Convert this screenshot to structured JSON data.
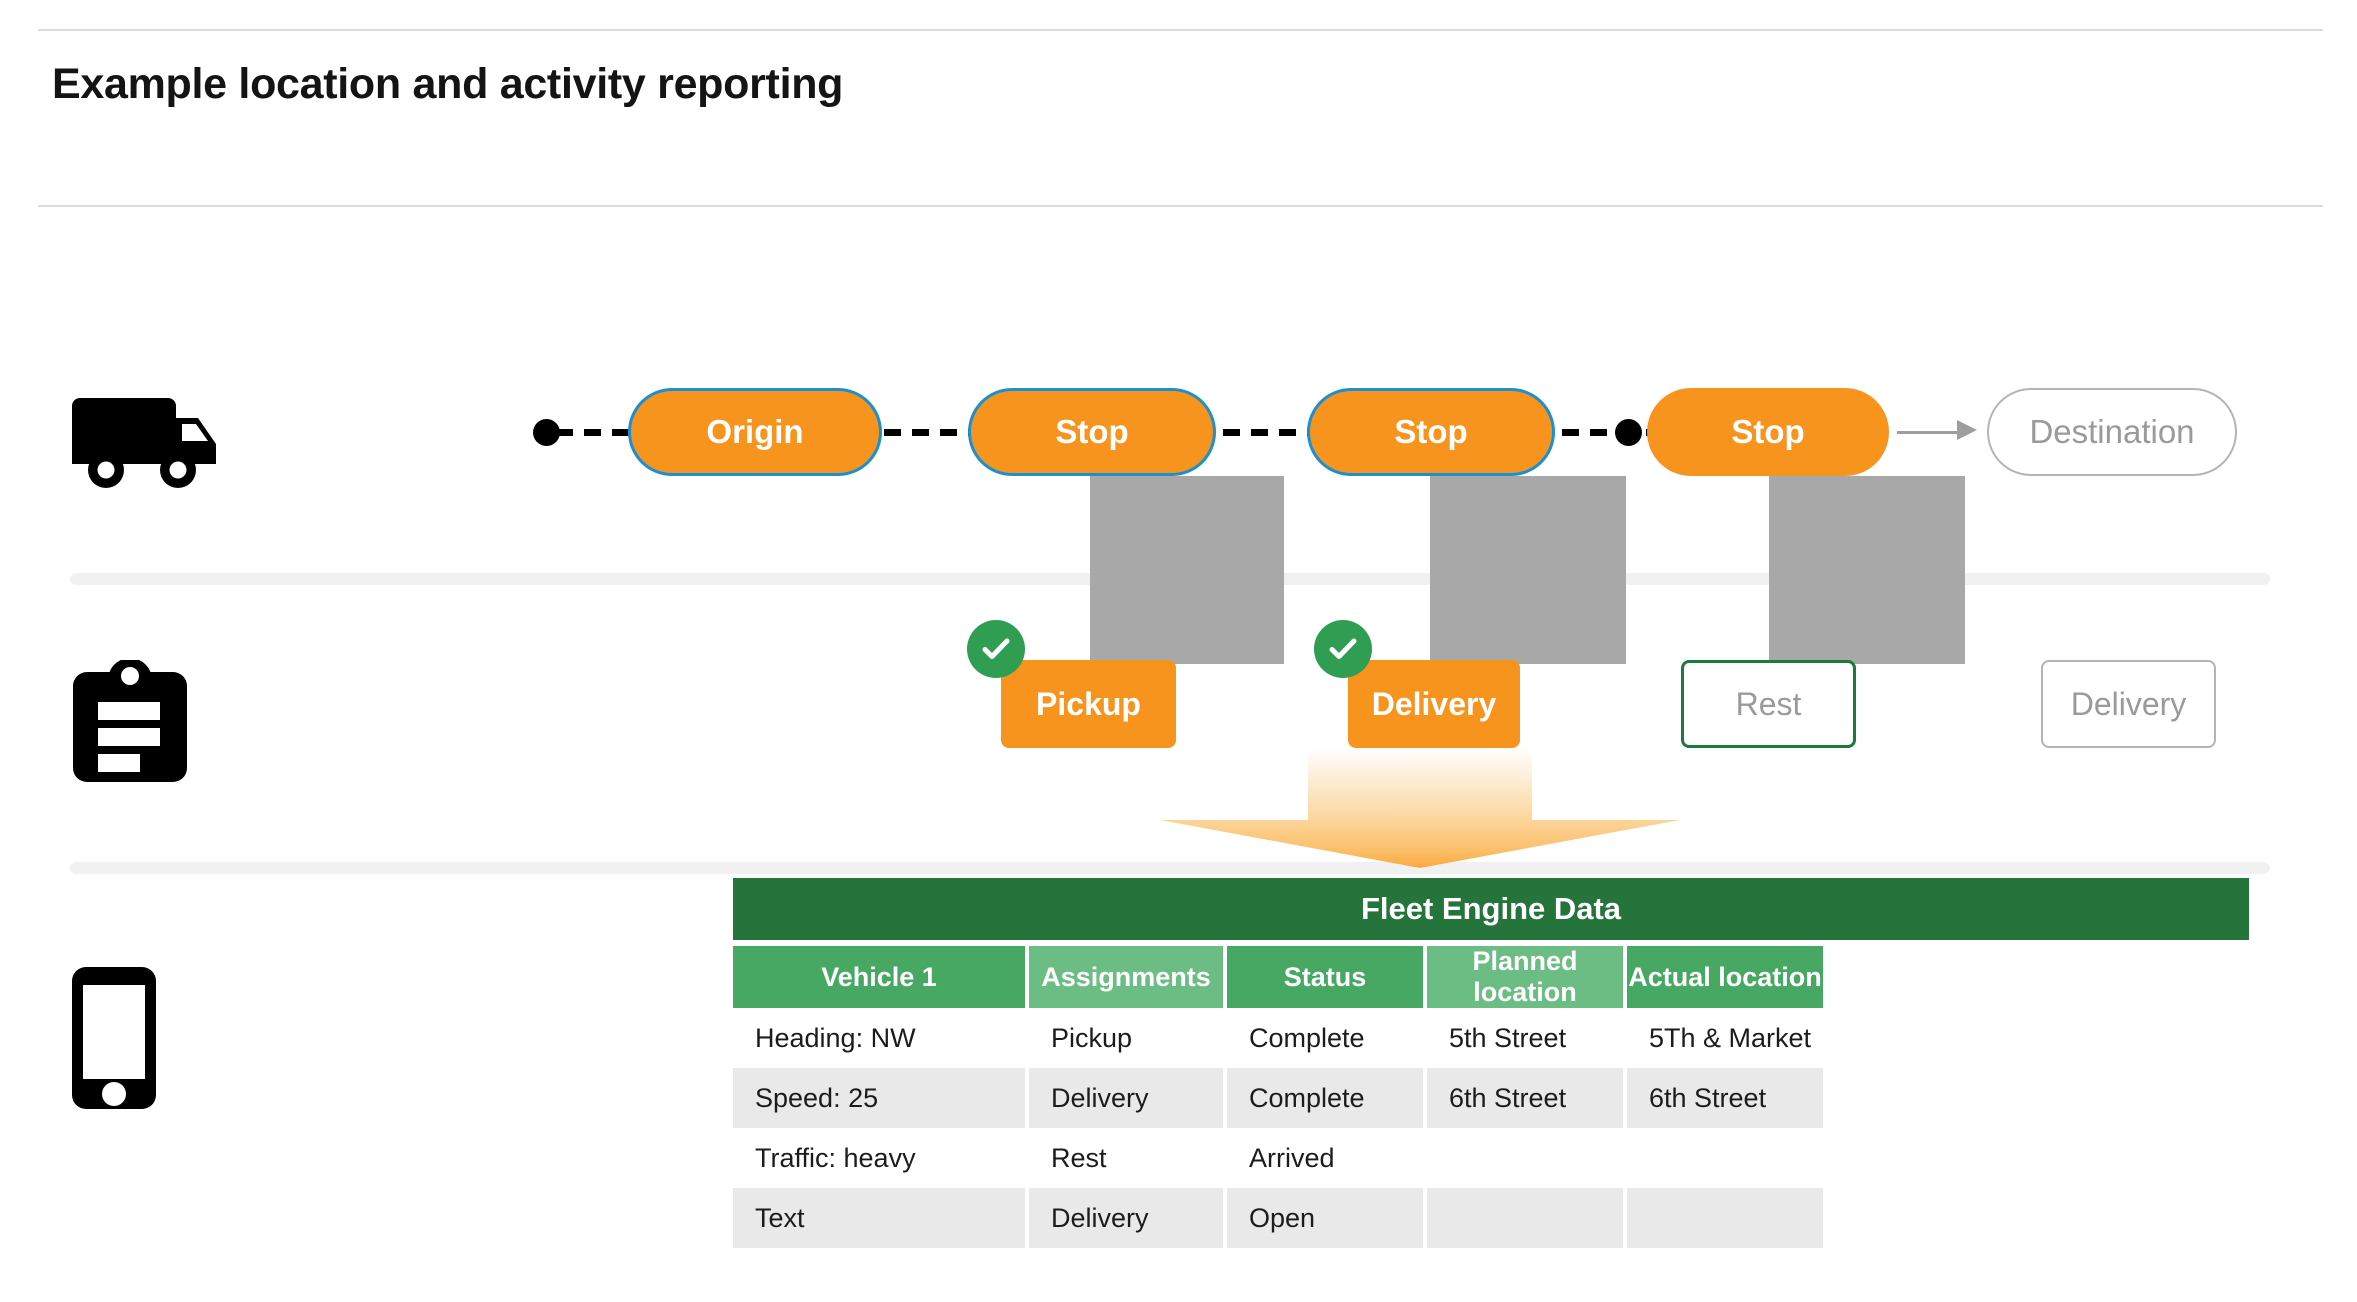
{
  "page": {
    "title": "Example location and activity reporting"
  },
  "rails": [
    {
      "icon": "truck-icon",
      "name": "vehicle-row"
    },
    {
      "icon": "clipboard-icon",
      "name": "activity-row"
    },
    {
      "icon": "smartphone-icon",
      "name": "device-row"
    }
  ],
  "route": {
    "stops": [
      {
        "label": "Origin",
        "state": "visited",
        "style": "filled-outlined"
      },
      {
        "label": "Stop",
        "state": "visited",
        "style": "filled-outlined"
      },
      {
        "label": "Stop",
        "state": "visited",
        "style": "filled-outlined"
      },
      {
        "label": "Stop",
        "state": "current",
        "style": "filled"
      },
      {
        "label": "Destination",
        "state": "upcoming",
        "style": "ghost"
      }
    ],
    "start_marker": "route-start-dot",
    "current_marker": "vehicle-position-dot"
  },
  "activities": [
    {
      "label": "Pickup",
      "status": "complete",
      "style": "filled",
      "badge": "check-icon"
    },
    {
      "label": "Delivery",
      "status": "complete",
      "style": "filled",
      "badge": "check-icon"
    },
    {
      "label": "Rest",
      "status": "arrived",
      "style": "outline-green",
      "badge": null
    },
    {
      "label": "Delivery",
      "status": "open",
      "style": "outline-gray",
      "badge": null
    }
  ],
  "table": {
    "title": "Fleet Engine Data",
    "columns": [
      "Vehicle 1",
      "Assignments",
      "Status",
      "Planned location",
      "Actual location"
    ],
    "rows": [
      [
        "Heading: NW",
        "Pickup",
        "Complete",
        "5th Street",
        "5Th & Market"
      ],
      [
        "Speed: 25",
        "Delivery",
        "Complete",
        "6th Street",
        "6th Street"
      ],
      [
        "Traffic: heavy",
        "Rest",
        "Arrived",
        "",
        ""
      ],
      [
        "Text",
        "Delivery",
        "Open",
        "",
        ""
      ]
    ]
  },
  "colors": {
    "orange": "#f7941e",
    "blue_outline": "#1a8fd1",
    "green_dark": "#24743b",
    "green_header_a": "#46a862",
    "green_header_b": "#6cbd84",
    "green_check": "#2f9e52",
    "green_border": "#1e7a3c",
    "gray_text": "#9a9a9a",
    "gray_line": "#a8a8a8",
    "row_alt": "#e9e9e9",
    "divider": "#f1f1f1"
  }
}
